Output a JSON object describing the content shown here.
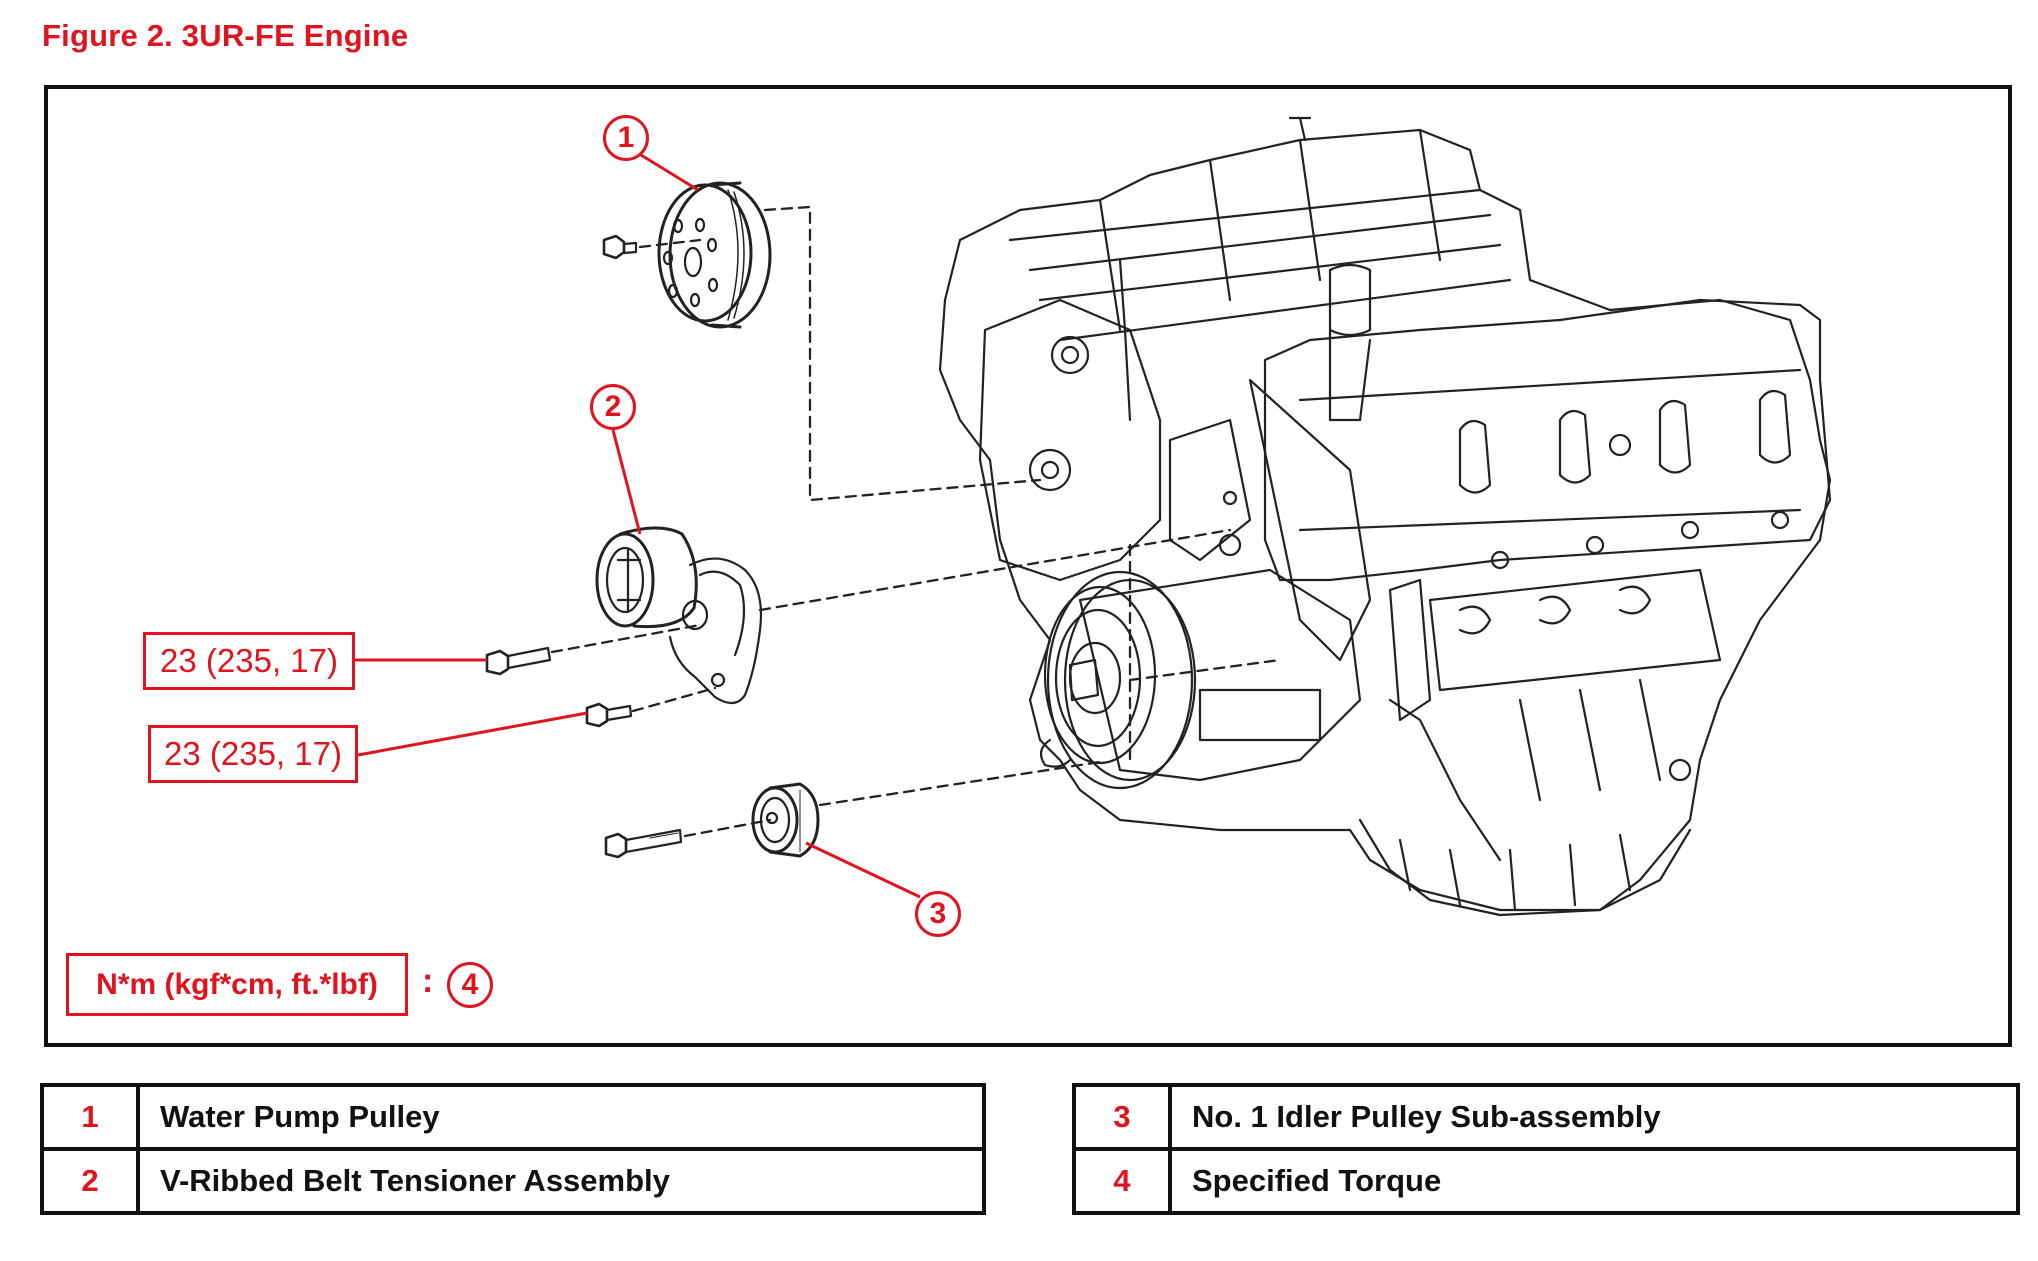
{
  "figure": {
    "title": "Figure 2.  3UR-FE Engine"
  },
  "callouts": [
    {
      "id": "1",
      "label": "1",
      "part": "Water Pump Pulley"
    },
    {
      "id": "2",
      "label": "2",
      "part": "V-Ribbed Belt Tensioner Assembly"
    },
    {
      "id": "3",
      "label": "3",
      "part": "No. 1 Idler Pulley Sub-assembly"
    },
    {
      "id": "4",
      "label": "4",
      "part": "Specified Torque"
    }
  ],
  "torque_labels": [
    {
      "value": "23 (235, 17)",
      "target": "tensioner upper bolt"
    },
    {
      "value": "23 (235, 17)",
      "target": "tensioner lower bolt"
    }
  ],
  "units_key": {
    "label": "N*m (kgf*cm, ft.*lbf)",
    "separator": ":",
    "callout": "4"
  },
  "legend": {
    "left": [
      {
        "num": "1",
        "desc": "Water Pump Pulley"
      },
      {
        "num": "2",
        "desc": "V-Ribbed Belt Tensioner Assembly"
      }
    ],
    "right": [
      {
        "num": "3",
        "desc": "No. 1 Idler Pulley Sub-assembly"
      },
      {
        "num": "4",
        "desc": "Specified Torque"
      }
    ]
  },
  "colors": {
    "accent_red": "#e0141e",
    "line_black": "#111111"
  }
}
